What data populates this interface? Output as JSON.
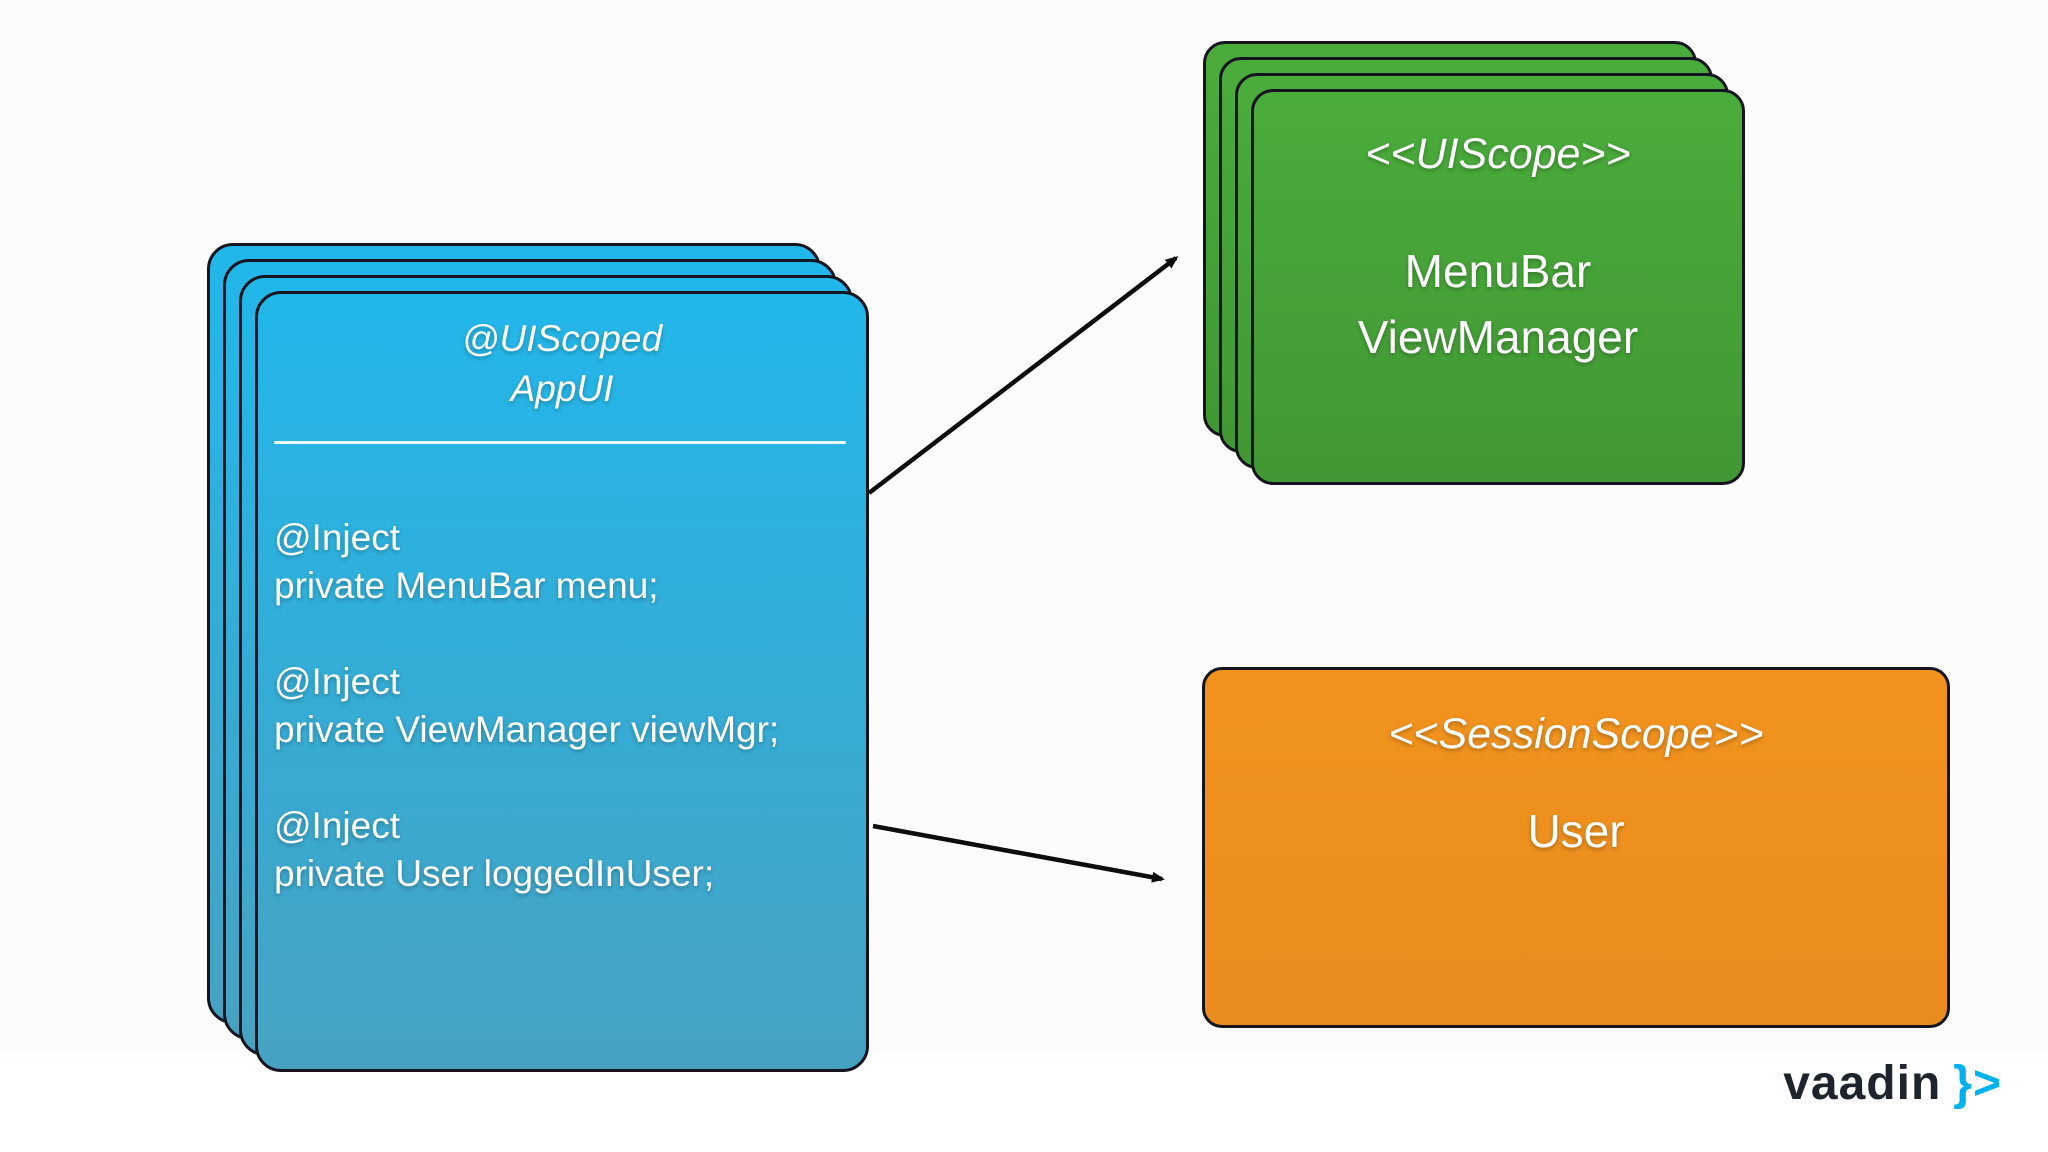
{
  "canvas": {
    "background": "#fdfdfd"
  },
  "colors": {
    "blue_top": "#22b7ea",
    "blue_bottom": "#47a2c2",
    "green_top": "#4aac3b",
    "green_bottom": "#429834",
    "orange_top": "#f2931e",
    "orange_bottom": "#e98c1e",
    "card_border": "#15151f",
    "card_text": "#ffffff",
    "arrow": "#0d0d0d",
    "logo_text": "#1d242b",
    "logo_glyph": "#00b1ef"
  },
  "appui_card": {
    "stereotype": "@UIScoped",
    "class_name": "AppUI",
    "code_lines": [
      "@Inject",
      "private MenuBar menu;",
      "",
      "@Inject",
      "private ViewManager viewMgr;",
      "",
      "@Inject",
      "private User loggedInUser;"
    ]
  },
  "uiscope_card": {
    "stereotype": "<<UIScope>>",
    "members": [
      "MenuBar",
      "ViewManager"
    ]
  },
  "sessionscope_card": {
    "stereotype": "<<SessionScope>>",
    "members": [
      "User"
    ]
  },
  "logo": {
    "text": "vaadin",
    "glyph": "}>"
  }
}
